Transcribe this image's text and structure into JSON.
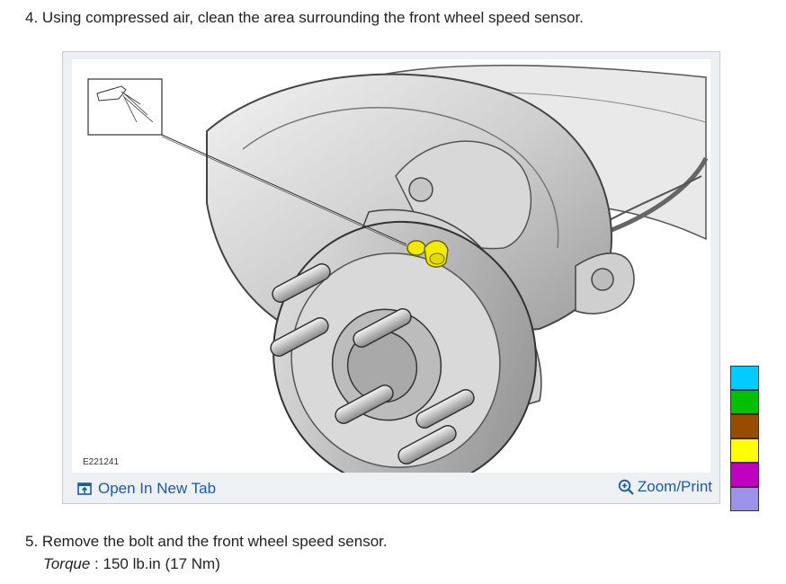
{
  "steps": [
    {
      "number": "4.",
      "text": "Using compressed air, clean the area surrounding the front wheel speed sensor."
    },
    {
      "number": "5.",
      "text": "Remove the bolt and the front wheel speed sensor."
    }
  ],
  "torque": {
    "label": "Torque",
    "value": "150 lb.in (17 Nm)"
  },
  "figure": {
    "id": "E221241",
    "open_tab_label": "Open In New Tab",
    "zoom_label": "Zoom/Print",
    "open_tab_icon": "open-new-tab-icon",
    "zoom_icon": "magnifier-plus-icon"
  },
  "colors": {
    "link": "#1c5aa6",
    "highlight": "#f2ea00",
    "swatches": [
      "#00ccff",
      "#00c000",
      "#994c00",
      "#ffff00",
      "#c000c0",
      "#9c92ea"
    ]
  }
}
